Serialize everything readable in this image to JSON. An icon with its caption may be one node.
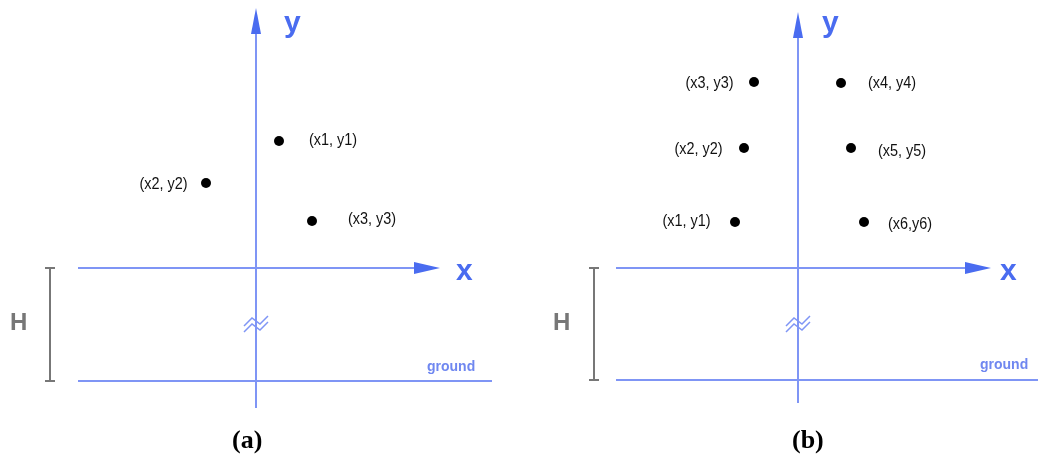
{
  "diagram": {
    "labels": [
      "y",
      "(x1, y1)",
      "(x2, y2)",
      "(x3, y3)",
      "x",
      "H",
      "ground",
      "(a)",
      "y",
      "(x3, y3)",
      "(x4, y4)",
      "(x2, y2)",
      "(x5, y5)",
      "(x1, y1)",
      "(x6,y6)",
      "x",
      "H",
      "ground",
      "(b)"
    ]
  }
}
